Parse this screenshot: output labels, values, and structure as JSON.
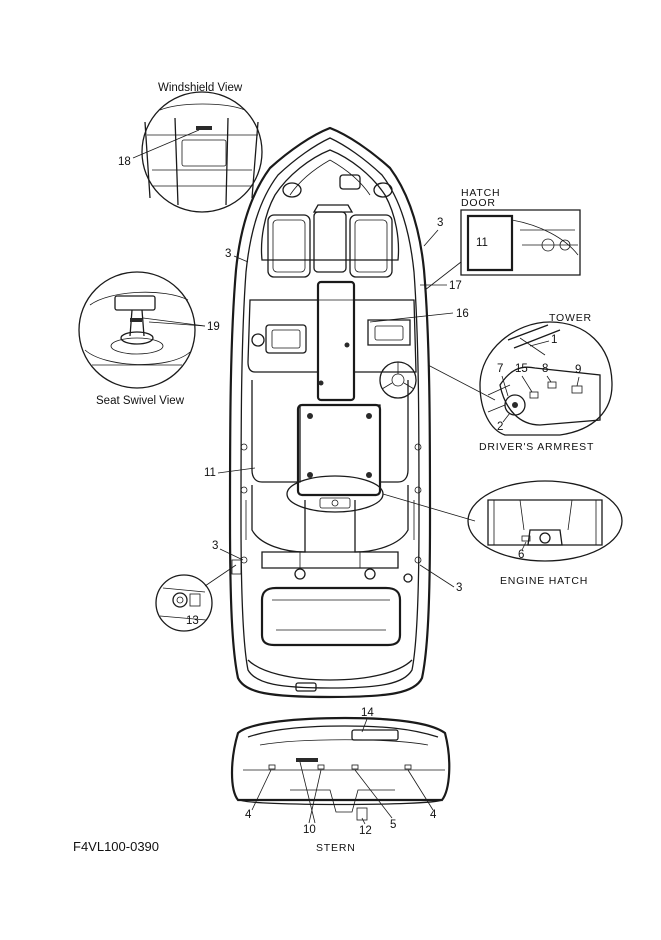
{
  "diagram_code": "F4VL100-0390",
  "views": {
    "windshield": "Windshield View",
    "seat_swivel": "Seat Swivel View",
    "hatch_door": [
      "HATCH",
      "DOOR"
    ],
    "tower": "TOWER",
    "drivers_armrest": "DRIVER'S ARMREST",
    "engine_hatch": "ENGINE HATCH",
    "stern": "STERN"
  },
  "callouts": {
    "c1": "1",
    "c2": "2",
    "c3a": "3",
    "c3b": "3",
    "c3c": "3",
    "c3d": "3",
    "c4a": "4",
    "c4b": "4",
    "c5": "5",
    "c6": "6",
    "c7": "7",
    "c8": "8",
    "c9": "9",
    "c10": "10",
    "c11a": "11",
    "c11b": "11",
    "c12": "12",
    "c13": "13",
    "c14": "14",
    "c15": "15",
    "c16": "16",
    "c17": "17",
    "c18": "18",
    "c19": "19"
  }
}
